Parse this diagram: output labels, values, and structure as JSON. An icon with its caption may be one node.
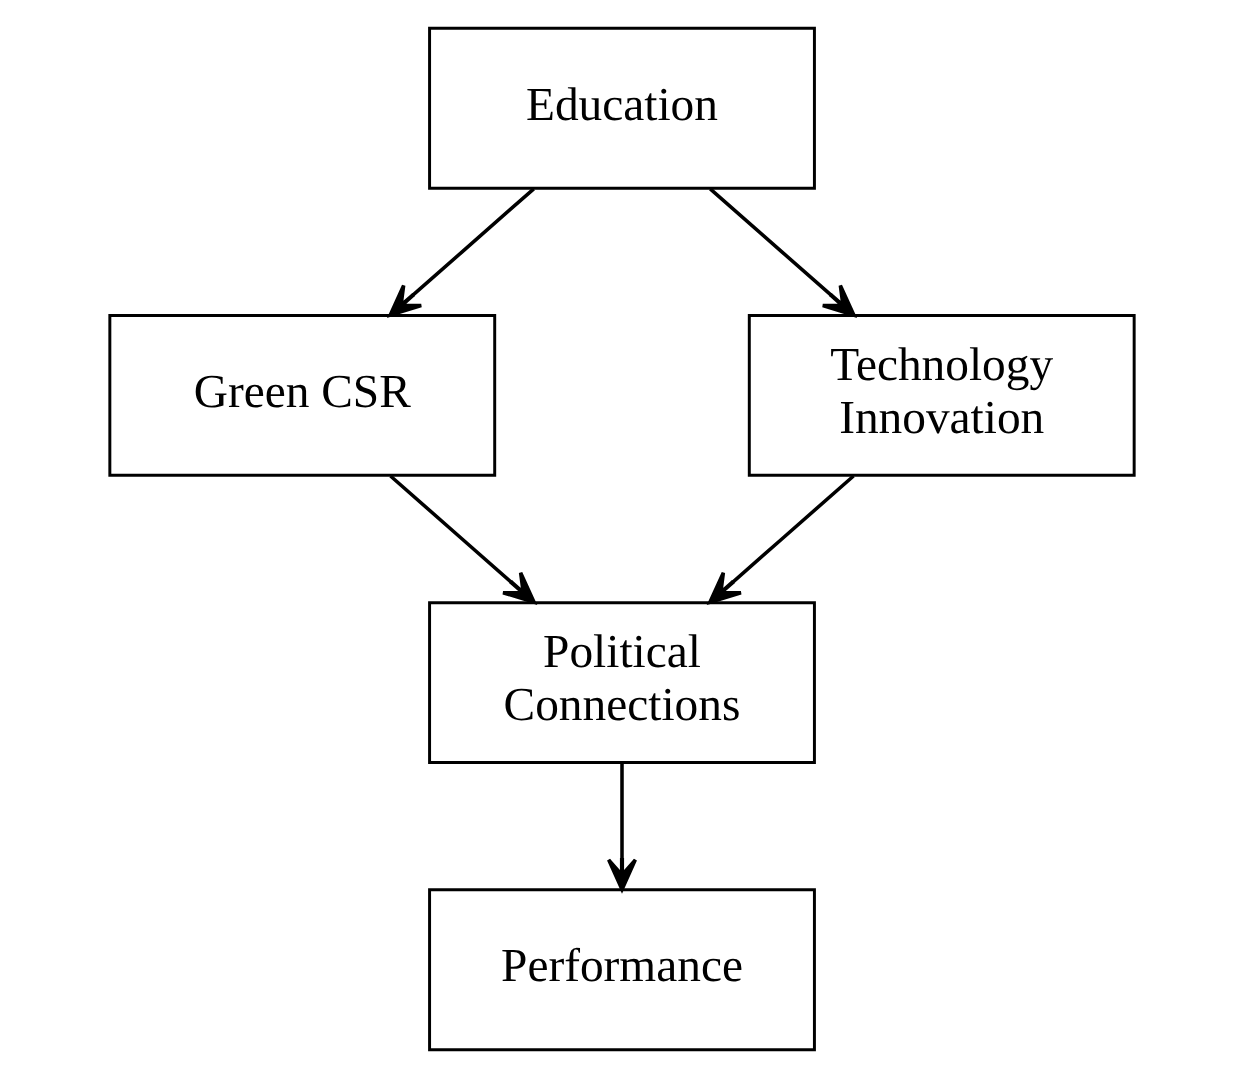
{
  "diagram": {
    "nodes": [
      {
        "text": [
          "Education"
        ]
      },
      {
        "text": [
          "Green CSR"
        ]
      },
      {
        "text": [
          "Technology Innovation"
        ]
      },
      {
        "text": [
          "Political Connections"
        ]
      },
      {
        "text": [
          "Performance"
        ]
      }
    ],
    "edges": [
      {
        "from": 0,
        "to": 1,
        "arrow": "to"
      },
      {
        "from": 0,
        "to": 2,
        "arrow": "to"
      },
      {
        "from": 1,
        "to": 3,
        "arrow": "to"
      },
      {
        "from": 2,
        "to": 3,
        "arrow": "to"
      },
      {
        "from": 3,
        "to": 4,
        "arrow": "to"
      }
    ]
  }
}
